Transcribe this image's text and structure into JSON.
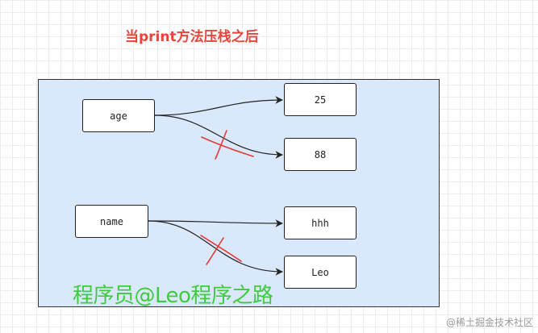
{
  "diagram": {
    "title": "当print方法压栈之后",
    "nodes": {
      "age": "age",
      "name": "name",
      "v25": "25",
      "v88": "88",
      "hhh": "hhh",
      "leo": "Leo"
    },
    "watermark_text": "程序员@Leo程序之路",
    "footer_watermark": "@稀土掘金技术社区"
  },
  "colors": {
    "title": "#e8453c",
    "panel_fill": "#dae8fc",
    "cross_mark": "#e53935",
    "watermark": "#3ecb3e"
  }
}
